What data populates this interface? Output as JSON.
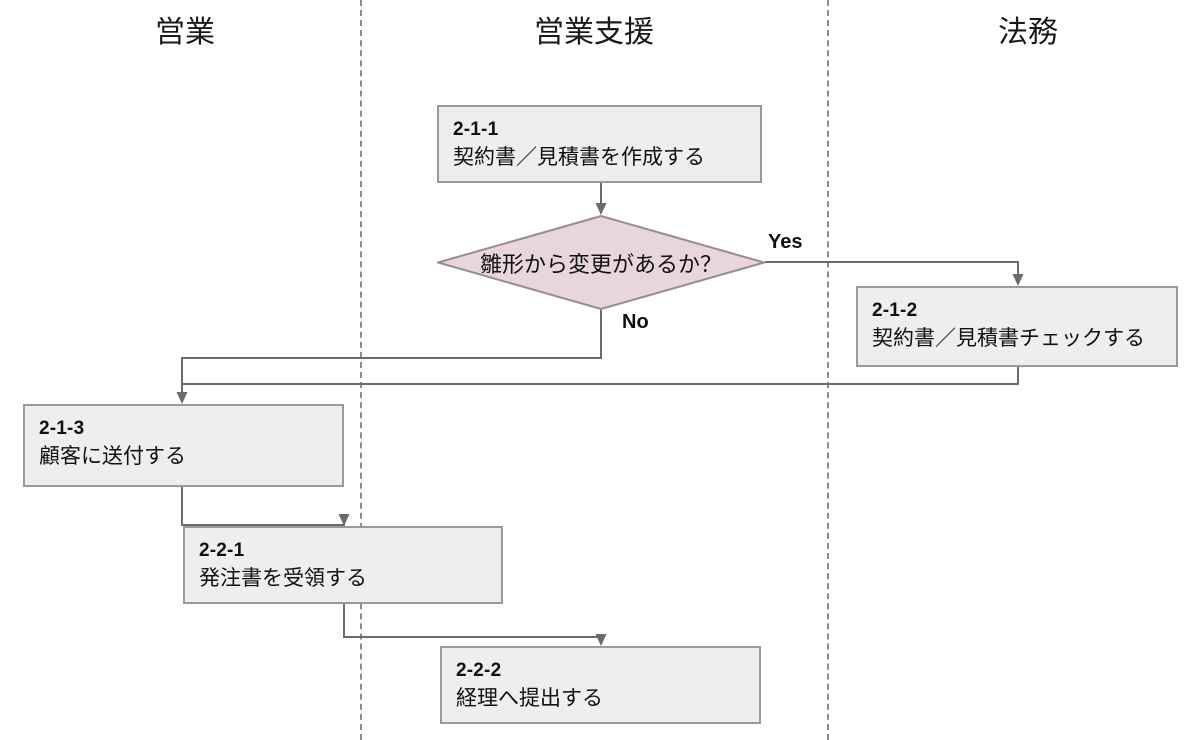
{
  "diagram": {
    "title": "",
    "type": "swimlane-flowchart",
    "colors": {
      "process_fill": "#eeeeee",
      "process_border": "#9a9a9a",
      "decision_fill": "#e8d5dd",
      "decision_border": "#9a8b90",
      "connector": "#6b6b6b",
      "lane_divider": "#8c8c8c",
      "text": "#111111",
      "background": "#ffffff"
    }
  },
  "lanes": [
    {
      "label": "営業"
    },
    {
      "label": "営業支援"
    },
    {
      "label": "法務"
    }
  ],
  "nodes": [
    {
      "id": "2-1-1",
      "text": "契約書／見積書を作成する",
      "lane": "営業支援",
      "shape": "process"
    },
    {
      "id": "2-1-2",
      "text": "契約書／見積書チェックする",
      "lane": "法務",
      "shape": "process"
    },
    {
      "id": "2-1-3",
      "text": "顧客に送付する",
      "lane": "営業",
      "shape": "process"
    },
    {
      "id": "2-2-1",
      "text": "発注書を受領する",
      "lane": "営業",
      "shape": "process"
    },
    {
      "id": "2-2-2",
      "text": "経理へ提出する",
      "lane": "営業支援",
      "shape": "process"
    }
  ],
  "decisions": [
    {
      "id": "d1",
      "text": "雛形から変更があるか？",
      "lane": "営業支援",
      "shape": "decision"
    }
  ],
  "edge_labels": {
    "yes": "Yes",
    "no": "No"
  }
}
